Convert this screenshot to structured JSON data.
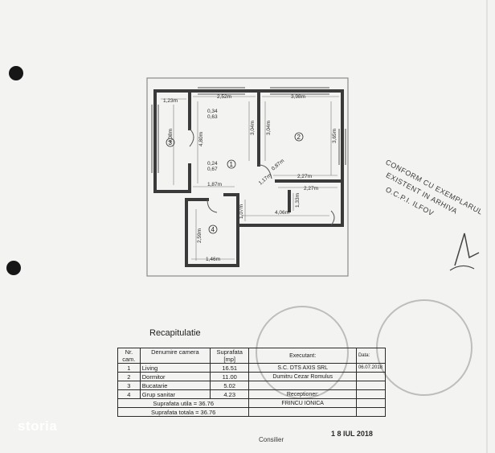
{
  "plan": {
    "dimensions": {
      "d1": "1,23m",
      "d2": "2,52m",
      "d3": "3,98m",
      "d4": "0,34",
      "d5": "0,63",
      "d6": "4,08m",
      "d7": "4,80m",
      "d8": "3,04m",
      "d9": "3,04m",
      "d10": "3,65m",
      "d11": "0,87m",
      "d12": "2,27m",
      "d13": "1,17m",
      "d14": "0,24",
      "d15": "0,67",
      "d16": "1,87m",
      "d17": "2,27m",
      "d18": "1,07m",
      "d19": "1,33m",
      "d20": "4,06m",
      "d21": "2,59m",
      "d22": "1,46m"
    },
    "room_numbers": {
      "r1": "1",
      "r2": "2",
      "r3": "3",
      "r4": "4"
    }
  },
  "stamp": {
    "line1": "CONFORM CU EXEMPLARUL",
    "line2": "EXISTENT IN ARHIVA",
    "line3": "O.C.P.I. ILFOV"
  },
  "recap": {
    "title": "Recapitulatie",
    "headers": {
      "nr": "Nr. cam.",
      "name": "Denumire camera",
      "area": "Suprafata [mp]"
    },
    "rows": [
      {
        "nr": "1",
        "name": "Living",
        "area": "16.51"
      },
      {
        "nr": "2",
        "name": "Dormitor",
        "area": "11.00"
      },
      {
        "nr": "3",
        "name": "Bucatarie",
        "area": "5.02"
      },
      {
        "nr": "4",
        "name": "Grup sanitar",
        "area": "4.23"
      }
    ],
    "totals": {
      "useful": "Suprafata utila = 36.76",
      "total": "Suprafata totala = 36.76"
    },
    "executant": {
      "label": "Executant:",
      "line1": "S.C. DTS AXIS SRL",
      "line2": "Dumitru Cezar Romulus",
      "receptioner_label": "Receptioner:",
      "receptioner_name": "FRINCU IONICA"
    },
    "date": {
      "label": "Data:",
      "value": "06.07.2018"
    }
  },
  "overlay": {
    "consilier": "Consilier",
    "date_stamp": "1 8 IUL 2018",
    "watermark": "storia"
  },
  "colors": {
    "paper": "#f3f3f1",
    "ink": "#222222",
    "stamp": "#5a5a5a"
  }
}
